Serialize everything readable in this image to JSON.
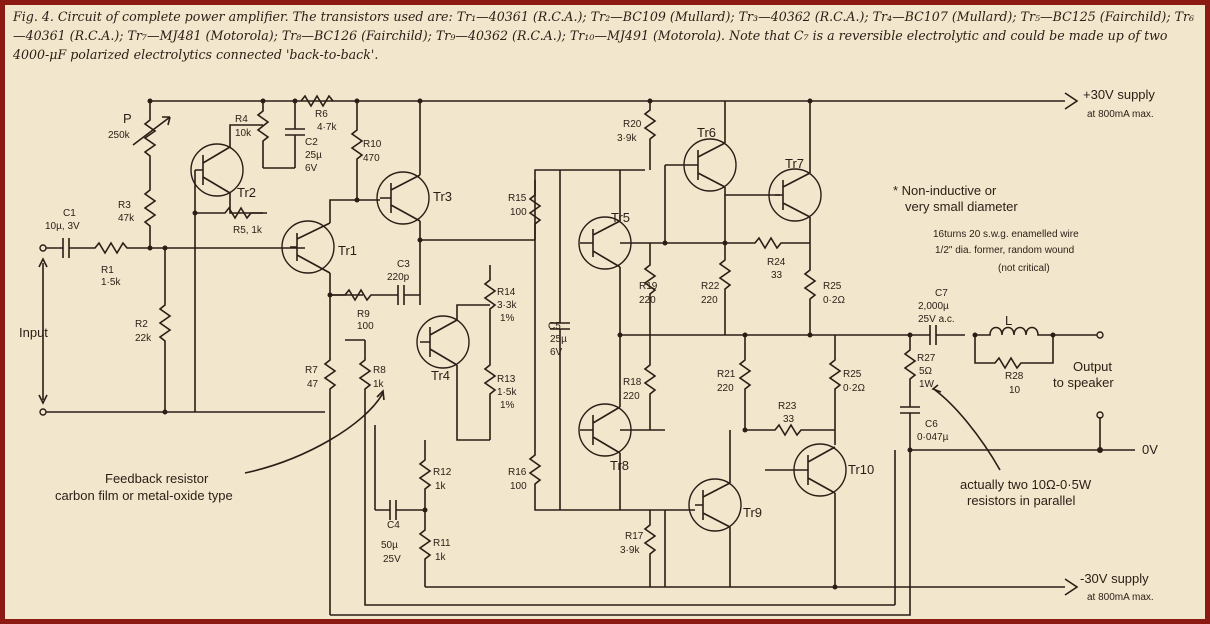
{
  "caption": "Fig. 4. Circuit of complete power amplifier. The transistors used are: Tr₁—40361 (R.C.A.); Tr₂—BC109 (Mullard); Tr₃—40362 (R.C.A.); Tr₄—BC107 (Mullard); Tr₅—BC125 (Fairchild); Tr₆—40361 (R.C.A.); Tr₇—MJ481 (Motorola); Tr₈—BC126 (Fairchild); Tr₉—40362 (R.C.A.); Tr₁₀—MJ491 (Motorola). Note that C₇ is a reversible electrolytic and could be made up of two 4000-μF polarized electrolytics connected 'back-to-back'.",
  "rails": {
    "positive": [
      "+30V supply",
      "at 800mA max."
    ],
    "negative": [
      "-30V supply",
      "at 800mA max."
    ],
    "ground": "0V"
  },
  "io": {
    "input": "Input",
    "output": [
      "Output",
      "to speaker"
    ]
  },
  "notes": {
    "star": [
      "* Non-inductive or",
      "very small diameter"
    ],
    "coil": [
      "16turns 20 s.w.g. enamelled wire",
      "1/2\" dia. former, random wound",
      "(not critical)"
    ],
    "feedback": [
      "Feedback resistor",
      "carbon film or metal-oxide type"
    ],
    "r27": [
      "actually two 10Ω-0·5W",
      "resistors in parallel"
    ]
  },
  "transistors": {
    "tr1": "Tr1",
    "tr2": "Tr2",
    "tr3": "Tr3",
    "tr4": "Tr4",
    "tr5": "Tr5",
    "tr6": "Tr6",
    "tr7": "Tr7",
    "tr8": "Tr8",
    "tr9": "Tr9",
    "tr10": "Tr10"
  },
  "parts": {
    "p": [
      "P",
      "250k"
    ],
    "c1": [
      "C1",
      "10µ, 3V"
    ],
    "r1": [
      "R1",
      "1·5k"
    ],
    "r2": [
      "R2",
      "22k"
    ],
    "r3": [
      "R3",
      "47k"
    ],
    "r4": [
      "R4",
      "10k"
    ],
    "r5": "R5, 1k",
    "r6": [
      "R6",
      "4·7k"
    ],
    "c2": [
      "C2",
      "25µ",
      "6V"
    ],
    "r10": [
      "R10",
      "470"
    ],
    "c3": [
      "C3",
      "220p"
    ],
    "r9": [
      "R9",
      "100"
    ],
    "r7": [
      "R7",
      "47"
    ],
    "r8": [
      "R8",
      "1k"
    ],
    "r14": [
      "R14",
      "3·3k",
      "1%"
    ],
    "r13": [
      "R13",
      "1·5k",
      "1%"
    ],
    "c5": [
      "C5",
      "25µ",
      "6V"
    ],
    "r15": [
      "R15",
      "100"
    ],
    "r16": [
      "R16",
      "100"
    ],
    "r12": [
      "R12",
      "1k"
    ],
    "r11": [
      "R11",
      "1k"
    ],
    "c4": [
      "C4",
      "50µ",
      "25V"
    ],
    "r20": [
      "R20",
      "3·9k"
    ],
    "r19": [
      "R19",
      "220"
    ],
    "r22": [
      "R22",
      "220"
    ],
    "r24": [
      "R24",
      "33"
    ],
    "r25a": [
      "R25",
      "0·2Ω"
    ],
    "r18": [
      "R18",
      "220"
    ],
    "r21": [
      "R21",
      "220"
    ],
    "r23": [
      "R23",
      "33"
    ],
    "r25b": [
      "R25",
      "0·2Ω"
    ],
    "r17": [
      "R17",
      "3·9k"
    ],
    "c7": [
      "C7",
      "2,000µ",
      "25V a.c."
    ],
    "l": "L",
    "r27": [
      "R27",
      "5Ω",
      "1W"
    ],
    "r28": [
      "R28",
      "10"
    ],
    "c6": [
      "C6",
      "0·047µ"
    ]
  }
}
